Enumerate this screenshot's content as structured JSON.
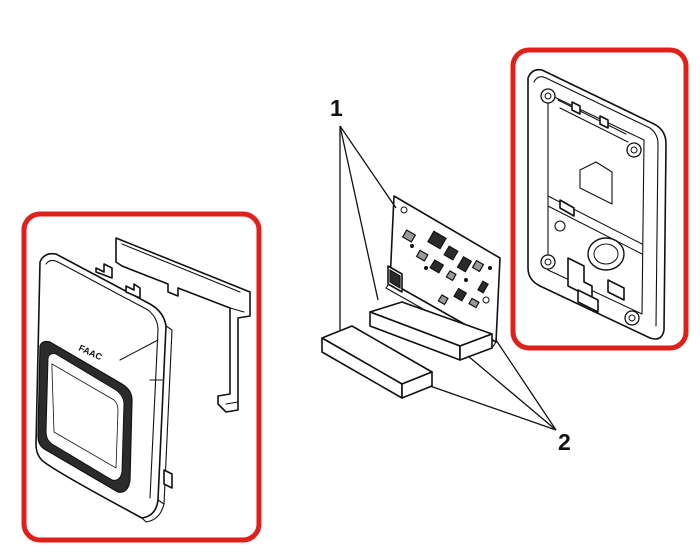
{
  "callouts": {
    "label_1": "1",
    "label_2": "2"
  },
  "logo_text": "FAAC",
  "highlight_color": "#e0201b"
}
